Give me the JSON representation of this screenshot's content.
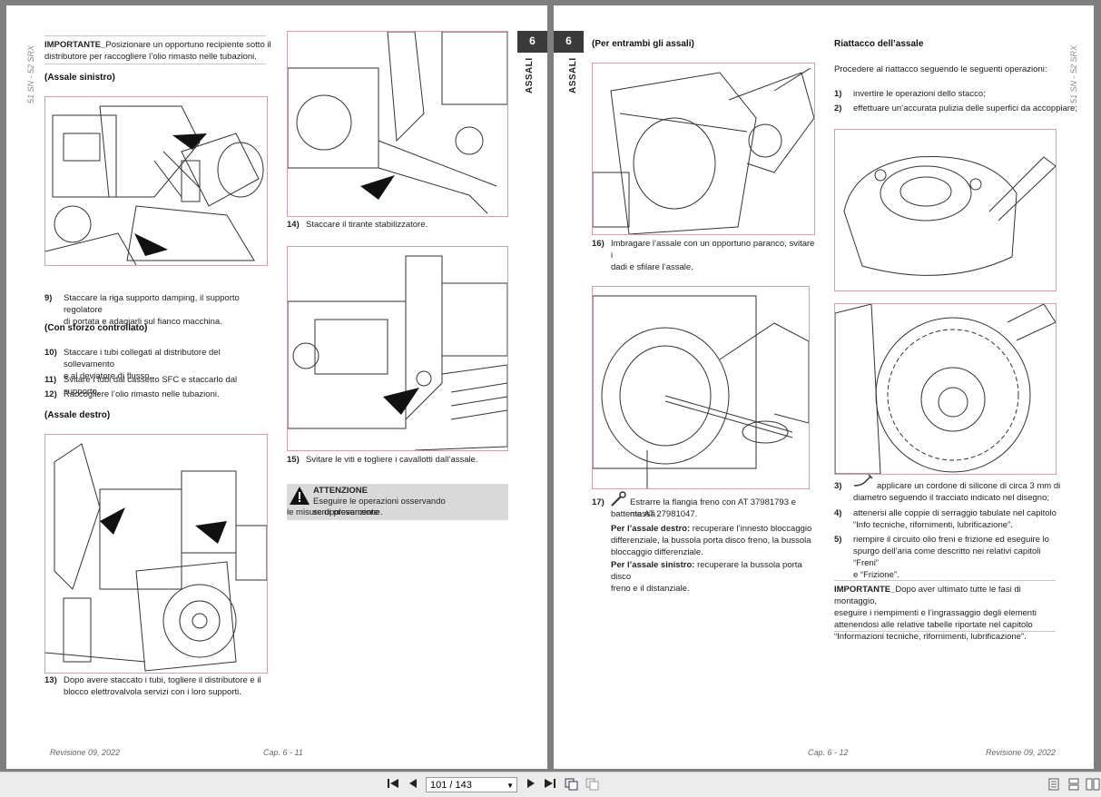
{
  "left_page": {
    "side_model": "51 SN - 52 SRX",
    "tab_number": "6",
    "tab_label": "ASSALI",
    "important_label": "IMPORTANTE_",
    "important_text_1": "Posizionare un opportuno recipiente sotto il",
    "important_text_2": "distributore per raccogliere l’olio rimasto nelle tubazioni.",
    "heading_left_axle": "(Assale sinistro)",
    "step9_num": "9)",
    "step9_line1": "Staccare la riga supporto damping, il supporto regolatore",
    "step9_line2": "di portata e adagiarli sul fianco macchina.",
    "heading_controlled": "(Con sforzo controllato)",
    "step10_num": "10)",
    "step10_line1": "Staccare i tubi collegati al distributore del sollevamento",
    "step10_line2": "e al deviatore di flusso.",
    "step11_num": "11)",
    "step11_line1": "Svitare i tubi dal cassetto SFC e staccarlo dal supporto.",
    "step12_num": "12)",
    "step12_line1": "Raccogliere l’olio rimasto nelle tubazioni.",
    "heading_right_axle": "(Assale destro)",
    "step13_num": "13)",
    "step13_line1": "Dopo avere staccato i tubi, togliere il distributore e il",
    "step13_line2": "blocco elettrovalvola servizi con i loro supporti.",
    "step14_num": "14)",
    "step14_line1": "Staccare il tirante stabilizzatore.",
    "step15_num": "15)",
    "step15_line1": "Svitare le viti e togliere i cavallotti dall’assale.",
    "warning_title": "ATTENZIONE",
    "warning_line1": "Eseguire le operazioni osservando scrupolosamente",
    "warning_line2": "le misure di prevenzione.",
    "footer_revision": "Revisione 09, 2022",
    "footer_chapter": "Cap. 6 - 11"
  },
  "right_page": {
    "side_model": "51 SN - 52 SRX",
    "tab_number": "6",
    "tab_label": "ASSALI",
    "heading_both_axles": "(Per entrambi gli assali)",
    "step16_num": "16)",
    "step16_line1": "Imbragare l’assale con un opportuno paranco, svitare i",
    "step16_line2": "dadi e sfilare l’assale.",
    "step17_num": "17)",
    "step17_line1": "Estrarre la flangia freno con AT 37981793 e massa",
    "step17_line2": "battente AT 27981047.",
    "step17_right_label": "Per l’assale destro:",
    "step17_right_text1": "recuperare l’innesto bloccaggio",
    "step17_right_text2": "differenziale, la bussola porta disco freno, la bussola",
    "step17_right_text3": "bloccaggio differenziale.",
    "step17_left_label": "Per l’assale sinistro:",
    "step17_left_text1": "recuperare la bussola porta disco",
    "step17_left_text2": "freno e il distanziale.",
    "heading_reattach": "Riattacco dell’assale",
    "reattach_intro": "Procedere al riattacco seguendo le seguenti operazioni:",
    "r1_num": "1)",
    "r1_line1": "invertire le operazioni dello stacco;",
    "r2_num": "2)",
    "r2_line1": "effettuare un’accurata pulizia delle superfici da accoppiare;",
    "r3_num": "3)",
    "r3_line1": "applicare un cordone di silicone di circa 3 mm di",
    "r3_line2": "diametro seguendo il tracciato indicato nel disegno;",
    "r4_num": "4)",
    "r4_line1": "attenersi alle coppie di serraggio tabulate nel capitolo",
    "r4_line2": "“Info tecniche, rifornimenti, lubrificazione”.",
    "r5_num": "5)",
    "r5_line1": "riempire il circuito olio freni e frizione ed eseguire lo",
    "r5_line2": "spurgo dell’aria come descritto nei relativi capitoli “Freni”",
    "r5_line3": "e “Frizione”.",
    "important_label": "IMPORTANTE_",
    "important_line1": "Dopo aver ultimato tutte le fasi di montaggio,",
    "important_line2": "eseguire i riempimenti e l’ingrassaggio degli elementi",
    "important_line3": "attenendosi alle relative tabelle riportate nel capitolo",
    "important_line4": "“Informazioni tecniche, rifornimenti, lubrificazione”.",
    "footer_chapter": "Cap. 6 - 12",
    "footer_revision": "Revisione 09, 2022"
  },
  "toolbar": {
    "page_indicator": "101 / 143",
    "first_icon": "first-page-icon",
    "prev_icon": "previous-page-icon",
    "next_icon": "next-page-icon",
    "last_icon": "last-page-icon"
  }
}
